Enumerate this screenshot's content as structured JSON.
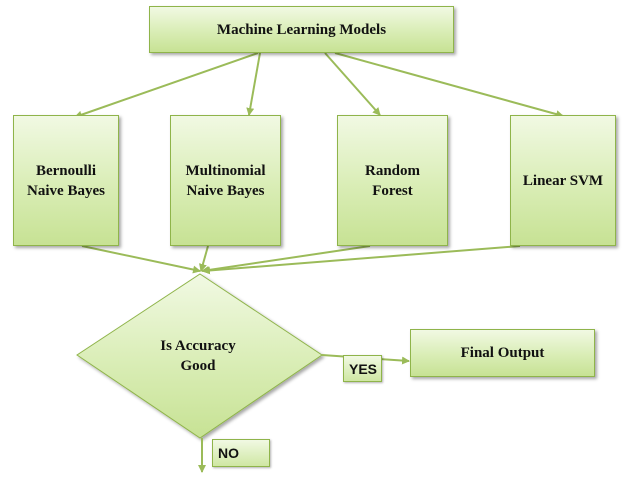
{
  "nodes": {
    "root": "Machine Learning Models",
    "bernoulli": "Bernoulli\nNaive Bayes",
    "multinomial": "Multinomial\nNaive Bayes",
    "random_forest": "Random\nForest",
    "linear_svm": "Linear SVM",
    "decision": "Is Accuracy\nGood",
    "final_output": "Final Output"
  },
  "edges": {
    "yes_label": "YES",
    "no_label": "NO"
  },
  "colors": {
    "fill": "#d9edb5",
    "border": "#8fb44a",
    "connector": "#9bbb59"
  }
}
